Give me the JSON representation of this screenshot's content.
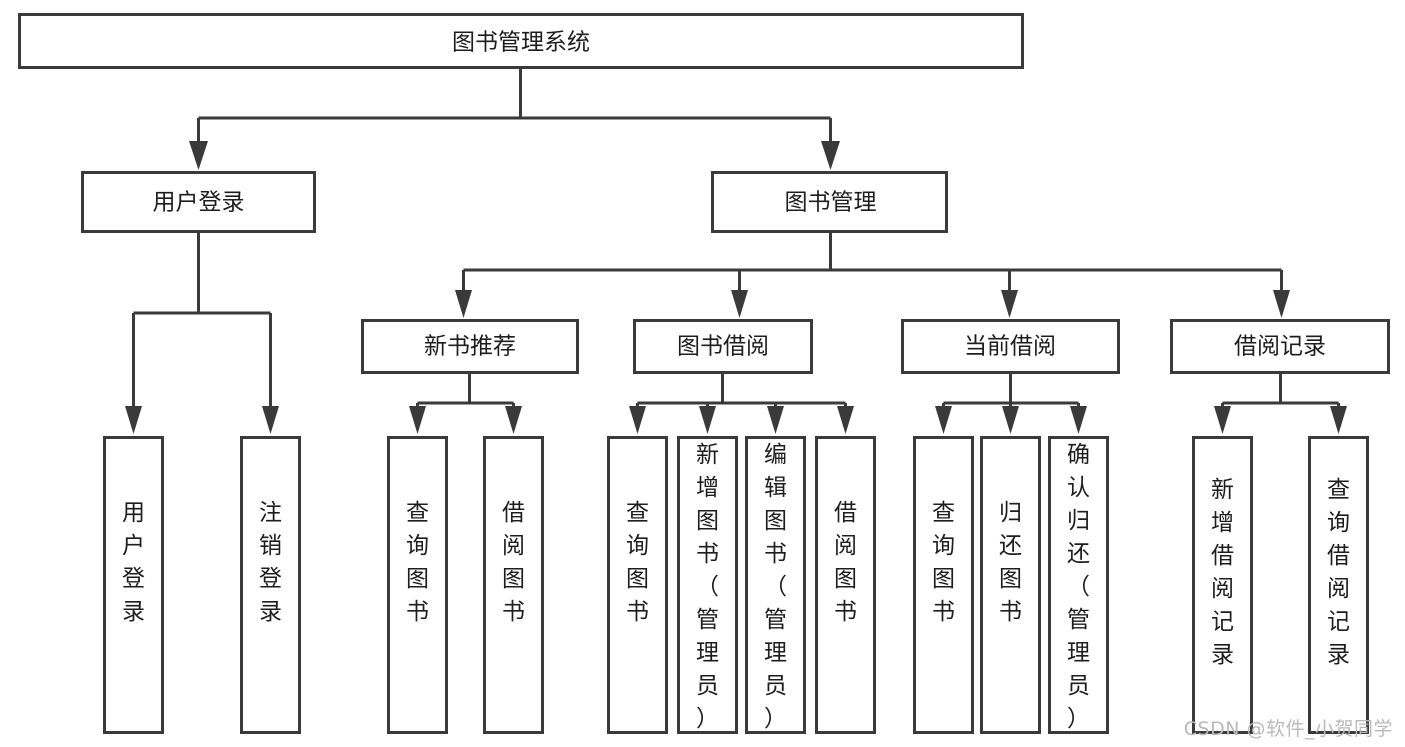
{
  "diagram": {
    "title": "图书管理系统",
    "type": "tree-hierarchy-diagram",
    "orientation": "top-down",
    "colors": {
      "box_stroke": "#3a3a3a",
      "box_fill": "#ffffff",
      "connector": "#3a3a3a",
      "text": "#1d1d1d",
      "background": "#ffffff",
      "watermark": "#b9b9b9"
    },
    "root": {
      "id": "root",
      "label": "图书管理系统"
    },
    "level2": [
      {
        "id": "user-login",
        "label": "用户登录"
      },
      {
        "id": "book-management",
        "label": "图书管理"
      }
    ],
    "level3": [
      {
        "id": "new-book-recommend",
        "label": "新书推荐",
        "parent": "book-management"
      },
      {
        "id": "book-borrow",
        "label": "图书借阅",
        "parent": "book-management"
      },
      {
        "id": "current-borrow",
        "label": "当前借阅",
        "parent": "book-management"
      },
      {
        "id": "borrow-record",
        "label": "借阅记录",
        "parent": "book-management"
      }
    ],
    "leaves": [
      {
        "id": "leaf-user-login",
        "label": "用户登录",
        "parent": "user-login"
      },
      {
        "id": "leaf-logout",
        "label": "注销登录",
        "parent": "user-login"
      },
      {
        "id": "leaf-query-book-1",
        "label": "查询图书",
        "parent": "new-book-recommend"
      },
      {
        "id": "leaf-borrow-book-1",
        "label": "借阅图书",
        "parent": "new-book-recommend"
      },
      {
        "id": "leaf-query-book-2",
        "label": "查询图书",
        "parent": "book-borrow"
      },
      {
        "id": "leaf-add-book",
        "label": "新增图书（管理员）",
        "parent": "book-borrow"
      },
      {
        "id": "leaf-edit-book",
        "label": "编辑图书（管理员）",
        "parent": "book-borrow"
      },
      {
        "id": "leaf-borrow-book-2",
        "label": "借阅图书",
        "parent": "book-borrow"
      },
      {
        "id": "leaf-query-book-3",
        "label": "查询图书",
        "parent": "current-borrow"
      },
      {
        "id": "leaf-return-book",
        "label": "归还图书",
        "parent": "current-borrow"
      },
      {
        "id": "leaf-confirm-return",
        "label": "确认归还（管理员）",
        "parent": "current-borrow"
      },
      {
        "id": "leaf-add-record",
        "label": "新增借阅记录",
        "parent": "borrow-record"
      },
      {
        "id": "leaf-query-record",
        "label": "查询借阅记录",
        "parent": "borrow-record"
      }
    ]
  },
  "watermark": {
    "text": "CSDN @软件_小贺同学"
  }
}
